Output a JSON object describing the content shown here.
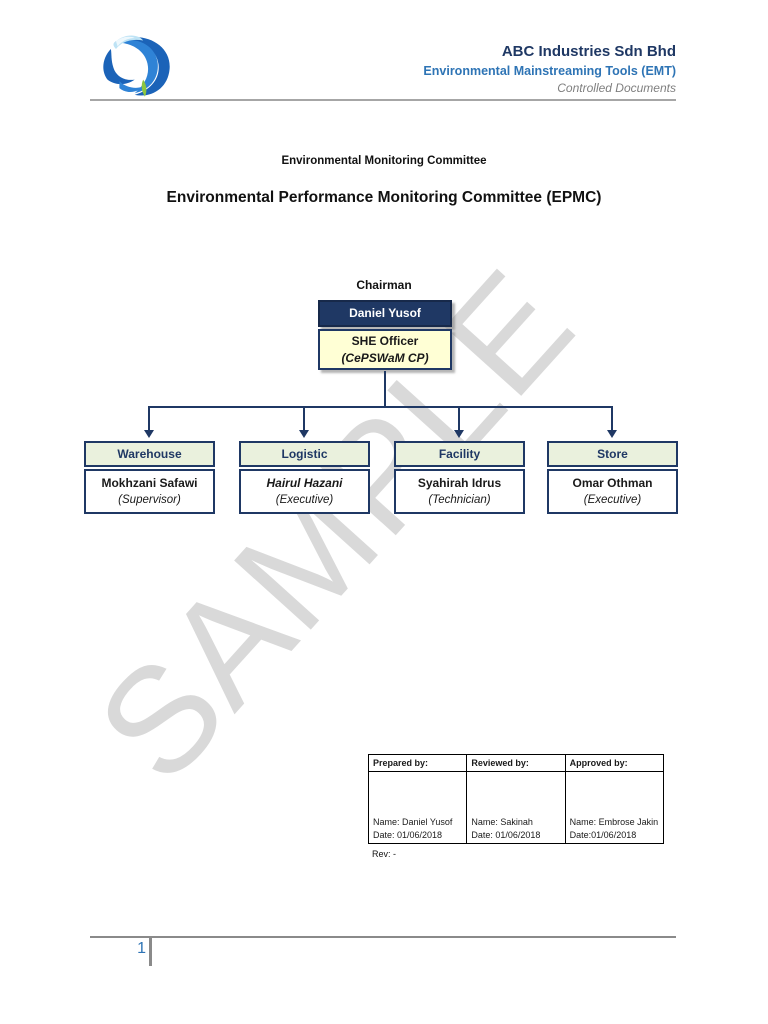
{
  "header": {
    "company": "ABC Industries Sdn Bhd",
    "subtitle": "Environmental Mainstreaming Tools (EMT)",
    "doc_type": "Controlled Documents",
    "logo_icon": "bird-swirl-logo"
  },
  "titles": {
    "committee": "Environmental Monitoring Committee",
    "main": "Environmental Performance Monitoring Committee (EPMC)"
  },
  "org_chart": {
    "chairman_label": "Chairman",
    "chairman": {
      "name": "Daniel Yusof",
      "role": "SHE Officer",
      "qualification": "(CePSWaM CP)"
    },
    "departments": [
      {
        "dept": "Warehouse",
        "name": "Mokhzani Safawi",
        "role": "(Supervisor)"
      },
      {
        "dept": "Logistic",
        "name": "Hairul Hazani",
        "role": "(Executive)"
      },
      {
        "dept": "Facility",
        "name": "Syahirah Idrus",
        "role": "(Technician)"
      },
      {
        "dept": "Store",
        "name": "Omar Othman",
        "role": "(Executive)"
      }
    ]
  },
  "watermark": "SAMPLE",
  "approval_table": {
    "columns": [
      {
        "header": "Prepared by:",
        "name": "Name: Daniel Yusof",
        "date": "Date: 01/06/2018"
      },
      {
        "header": "Reviewed by:",
        "name": "Name: Sakinah",
        "date": "Date: 01/06/2018"
      },
      {
        "header": "Approved by:",
        "name": "Name: Embrose Jakin",
        "date": "Date:01/06/2018"
      }
    ],
    "rev": "Rev: -"
  },
  "footer": {
    "page_number": "1"
  },
  "colors": {
    "navy": "#1F3864",
    "accent_blue": "#2E74B5",
    "box_yellow": "#FFFFD5",
    "box_green": "#EAF1DD",
    "logo_green": "#8CC63F",
    "watermark_gray": "#D9D9D9",
    "rule_gray": "#A6A6A6"
  }
}
